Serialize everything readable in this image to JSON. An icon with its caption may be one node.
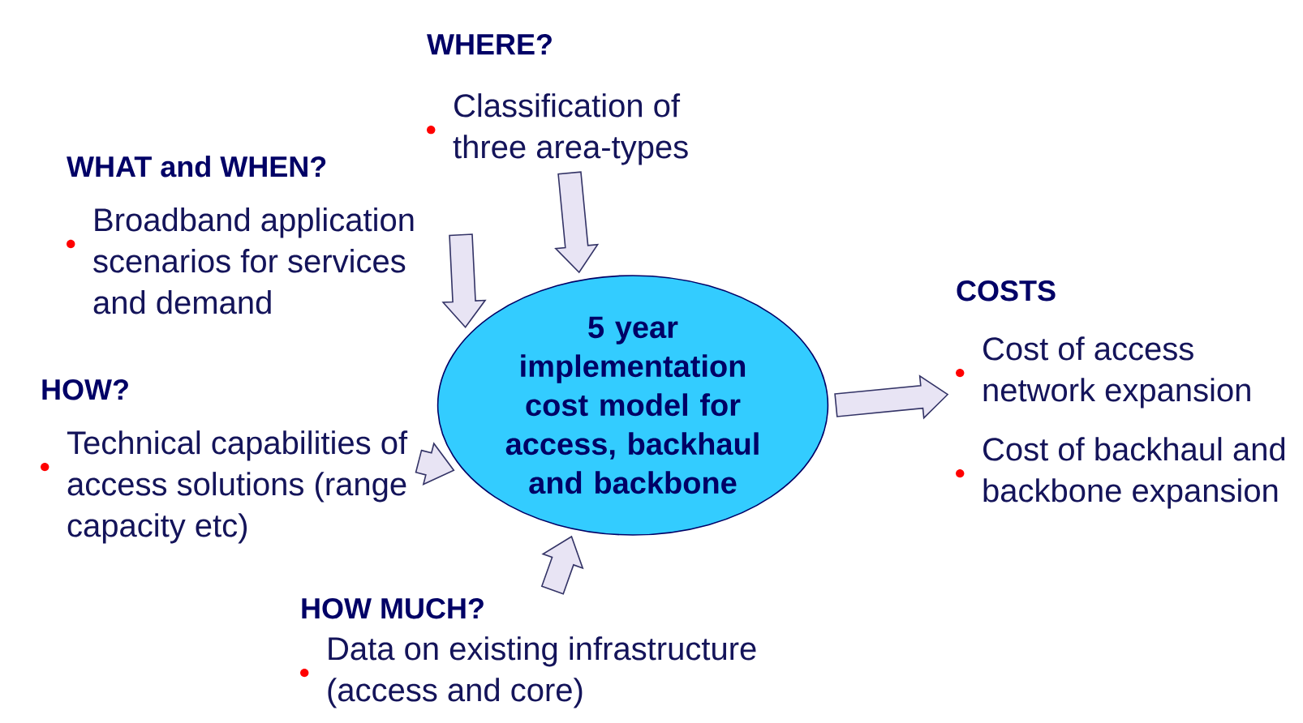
{
  "diagram": {
    "nodes": [
      {
        "text": [
          "WHERE?",
          "Classification of three area-types"
        ]
      },
      {
        "text": [
          "WHAT and WHEN?",
          "Broadband application scenarios for services and demand"
        ]
      },
      {
        "text": [
          "HOW?",
          "Technical capabilities of access solutions (range capacity etc)"
        ]
      },
      {
        "text": [
          "HOW MUCH?",
          "Data on existing infrastructure (access and core)"
        ]
      },
      {
        "text": [
          "5 year implementation cost model for access, backhaul and backbone"
        ]
      },
      {
        "text": [
          "COSTS",
          "Cost of access network expansion",
          "Cost of backhaul and backbone expansion"
        ]
      }
    ],
    "edges": [
      {
        "from": 0,
        "to": 4,
        "arrow": "to"
      },
      {
        "from": 1,
        "to": 4,
        "arrow": "to"
      },
      {
        "from": 2,
        "to": 4,
        "arrow": "to"
      },
      {
        "from": 3,
        "to": 4,
        "arrow": "to"
      },
      {
        "from": 4,
        "to": 5,
        "arrow": "to"
      }
    ]
  }
}
